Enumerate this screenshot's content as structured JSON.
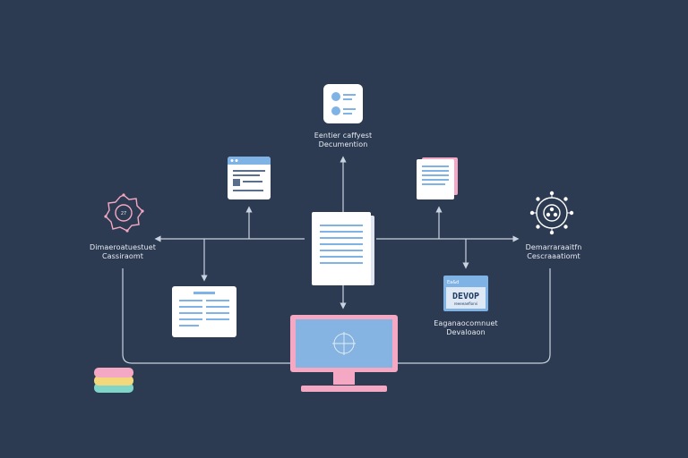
{
  "labels": {
    "top_line1": "Eentier caffyest",
    "top_line2": "Decumention",
    "left_line1": "Dimaeroatuestuet",
    "left_line2": "Cassiraomt",
    "right_line1": "Demarraraaitfn",
    "right_line2": "Cescraaatiomt",
    "devop_line1": "Eaganaocomnuet",
    "devop_line2": "Devaloaon"
  },
  "devop_card": {
    "badge": "Ea&d",
    "title": "DEVOP",
    "subtitle": "reeeeaefiorvi"
  },
  "colors": {
    "background": "#2c3a52",
    "line": "#c9d3e0",
    "card": "#ffffff",
    "accent_blue": "#7fb2e5",
    "accent_pink": "#f5a8c3",
    "accent_teal": "#7fd6c8",
    "accent_yellow": "#f3d77b"
  },
  "icons": [
    "profile-list-icon",
    "browser-window-icon",
    "document-stack-icon",
    "network-gear-icon",
    "settings-gear-icon",
    "monitor-crosshair-icon",
    "database-stack-icon"
  ]
}
